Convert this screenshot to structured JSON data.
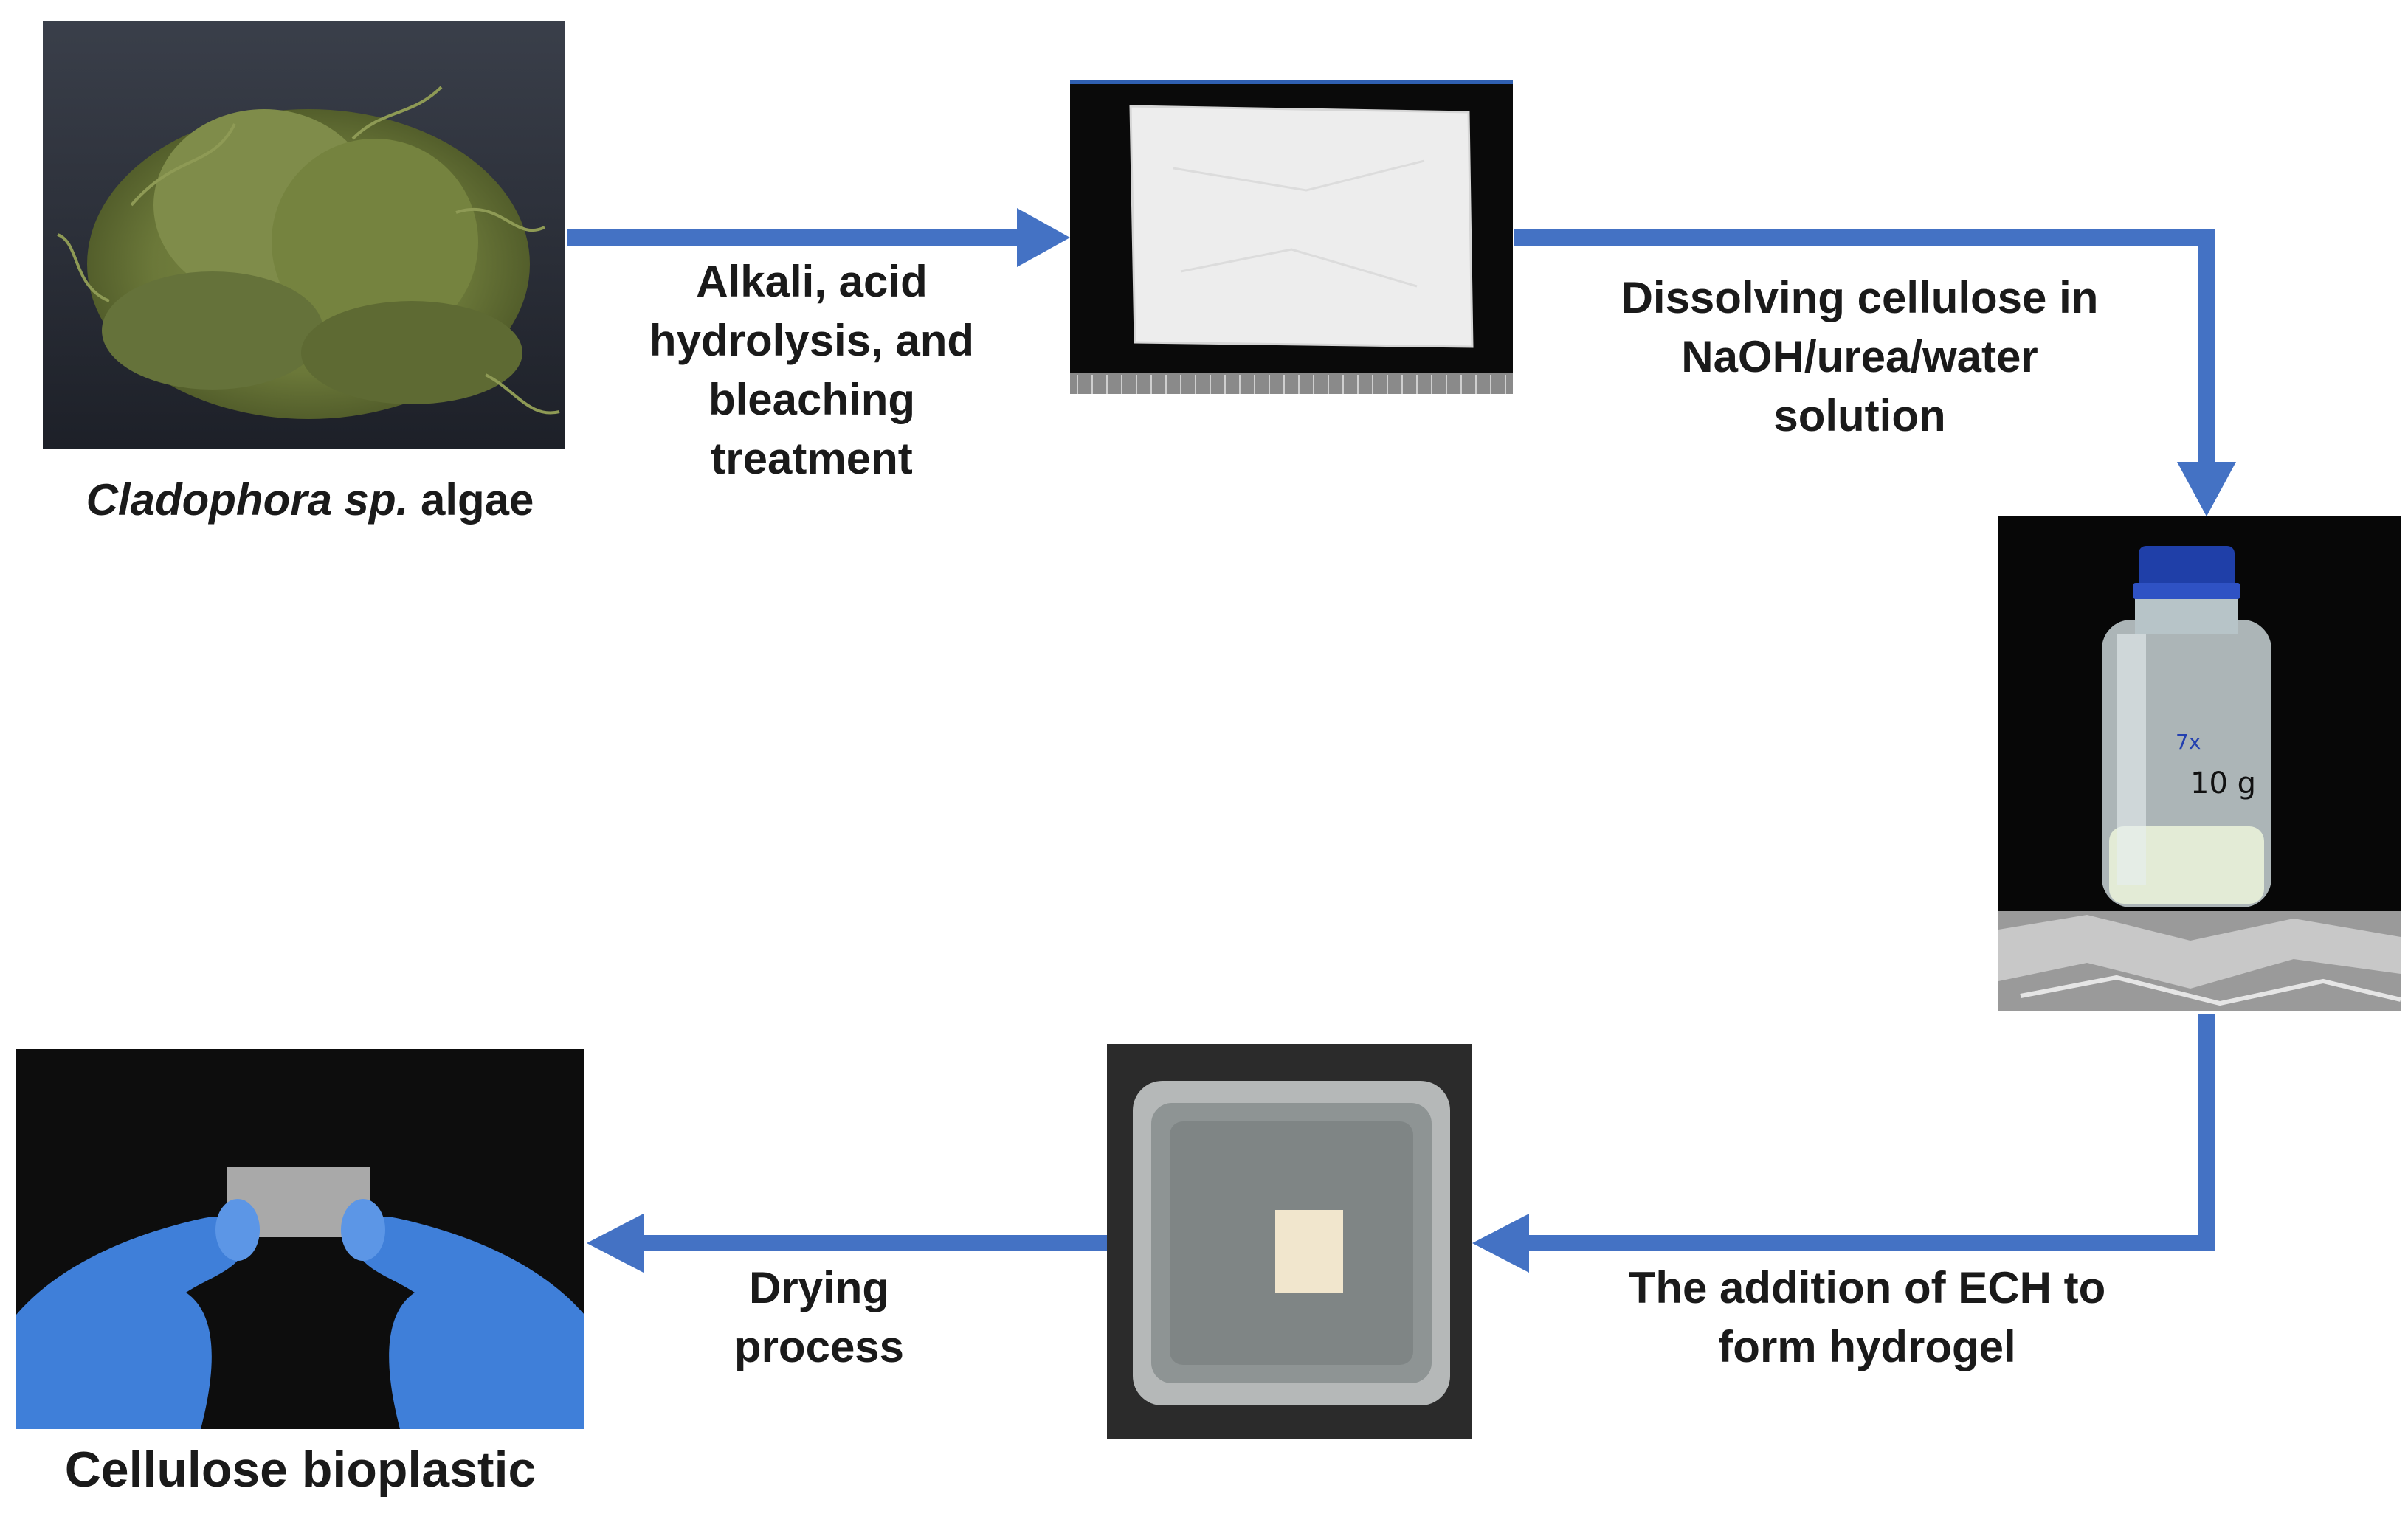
{
  "colors": {
    "arrow": "#4472c4",
    "text": "#1a1a1a",
    "glove": "#3f7fd9",
    "cap": "#1f3fa8"
  },
  "steps": {
    "algae": {
      "caption_italic": "Cladophora sp.",
      "caption_rest": " algae"
    },
    "bleach": {
      "lines": [
        "Alkali, acid",
        "hydrolysis, and",
        "bleaching",
        "treatment"
      ]
    },
    "dissolve": {
      "lines": [
        "Dissolving cellulose in",
        "NaOH/urea/water",
        "solution"
      ]
    },
    "ech": {
      "lines": [
        "The addition of ECH to",
        "form hydrogel"
      ]
    },
    "dry": {
      "lines": [
        "Drying",
        "process"
      ]
    },
    "bioplastic": {
      "caption": "Cellulose bioplastic"
    }
  },
  "bottle_marking": {
    "line1": "7x",
    "line2": "10 g"
  }
}
